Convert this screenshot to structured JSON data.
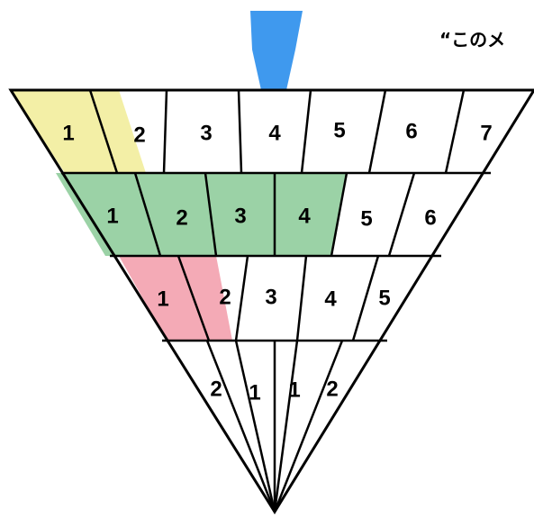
{
  "caption": "“このメ",
  "colors": {
    "outline": "#000000",
    "indicator": "#3f99ee",
    "band1_highlight": "#f3efa6",
    "band2_highlight": "#9bd2a6",
    "band3_highlight": "#f4aab6",
    "background": "#ffffff"
  },
  "bands": [
    {
      "labels": [
        "1",
        "2",
        "3",
        "4",
        "5",
        "6",
        "7"
      ],
      "highlight": "band1_highlight"
    },
    {
      "labels": [
        "1",
        "2",
        "3",
        "4",
        "5",
        "6"
      ],
      "highlight": "band2_highlight"
    },
    {
      "labels": [
        "1",
        "2",
        "3",
        "4",
        "5"
      ],
      "highlight": "band3_highlight"
    },
    {
      "labels": [
        "2",
        "1",
        "1",
        "2"
      ],
      "highlight": ""
    }
  ]
}
